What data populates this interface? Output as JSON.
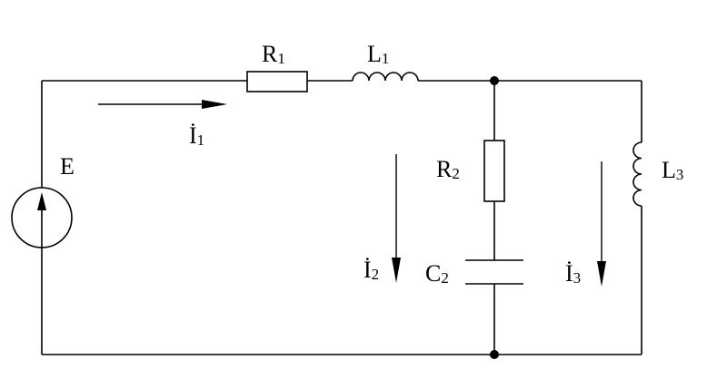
{
  "labels": {
    "r1": {
      "main": "R",
      "sub": "1"
    },
    "l1": {
      "main": "L",
      "sub": "1"
    },
    "r2": {
      "main": "R",
      "sub": "2"
    },
    "c2": {
      "main": "C",
      "sub": "2"
    },
    "l3": {
      "main": "L",
      "sub": "3"
    },
    "e": {
      "main": "E"
    },
    "i1": {
      "main": "İ",
      "sub": "1"
    },
    "i2": {
      "main": "İ",
      "sub": "2"
    },
    "i3": {
      "main": "İ",
      "sub": "3"
    }
  },
  "colors": {
    "line": "#000000",
    "background": "#ffffff"
  }
}
